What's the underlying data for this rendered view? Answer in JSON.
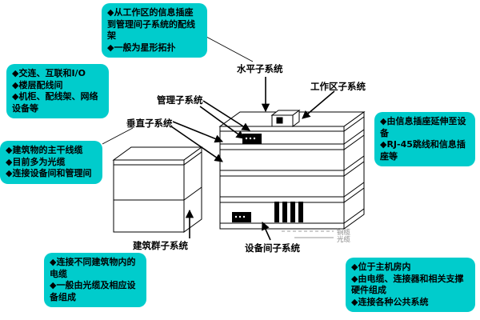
{
  "palette": {
    "callout_bg": "#00CCCC",
    "line": "#000000",
    "legend_gray": "#8a8a8a"
  },
  "callouts": {
    "horizontal": {
      "lines": [
        "◆从工作区的信息插座到管理间子系统的配线架",
        "◆一般为星形拓扑"
      ]
    },
    "management": {
      "lines": [
        "◆交连、互联和I/O",
        "◆楼层配线间",
        "◆机柜、配线架、网络设备等"
      ]
    },
    "vertical": {
      "lines": [
        "◆建筑物的主干线缆",
        "◆目前多为光缆",
        "◆连接设备间和管理间"
      ]
    },
    "workarea": {
      "lines": [
        "◆由信息插座延伸至设备",
        "◆RJ-45跳线和信息插座等"
      ]
    },
    "campus": {
      "lines": [
        "◆连接不同建筑物内的电缆",
        "◆一般由光缆及相应设备组成"
      ]
    },
    "equipment": {
      "lines": [
        "◆位于主机房内",
        "◆由电缆、连接器和相关支撑硬件组成",
        "◆连接各种公共系统"
      ]
    }
  },
  "labels": {
    "horizontal": "水平子系统",
    "workarea": "工作区子系统",
    "management": "管理子系统",
    "vertical": "垂直子系统",
    "campus": "建筑群子系统",
    "equipment": "设备间子系统"
  },
  "legend": {
    "copper": "铜缆",
    "fiber": "光缆"
  }
}
